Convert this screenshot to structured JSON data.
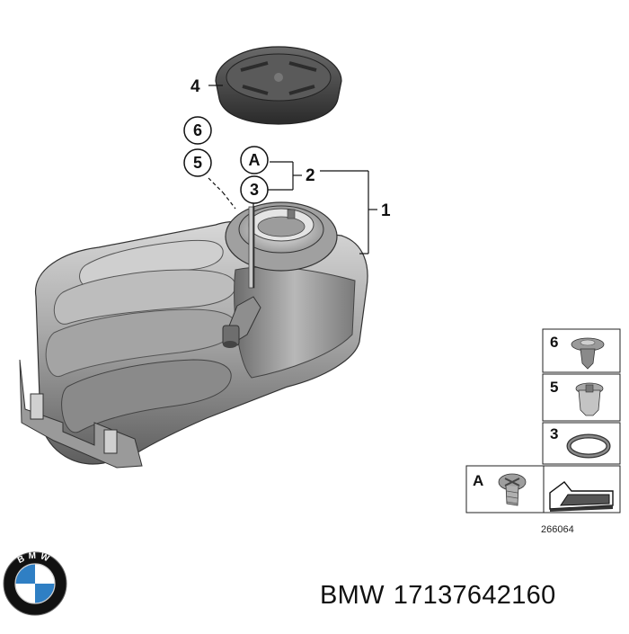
{
  "callouts": {
    "c1": "1",
    "c2": "2",
    "c3": "3",
    "c4": "4",
    "c5": "5",
    "c6": "6",
    "cA": "A"
  },
  "inset": {
    "row6": "6",
    "row5": "5",
    "row3": "3",
    "rowA": "A",
    "ref_number": "266064"
  },
  "footer": {
    "brand": "BMW",
    "part_number": "17137642160"
  },
  "logo": {
    "letters": "BMW",
    "colors": {
      "blue": "#2f7fc4",
      "black": "#111111",
      "white": "#ffffff"
    }
  }
}
